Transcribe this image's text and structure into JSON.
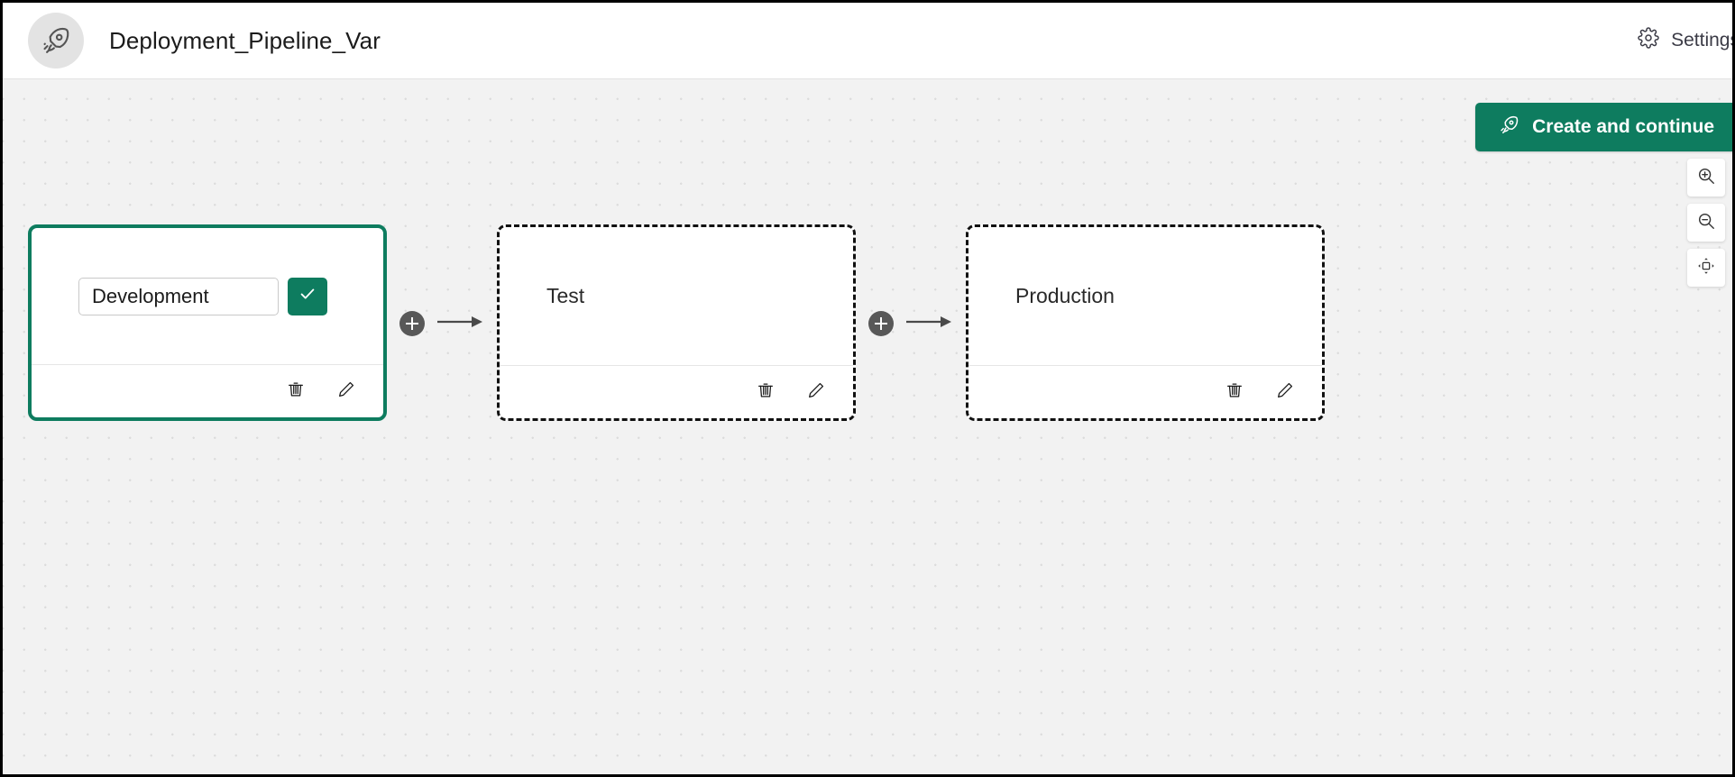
{
  "header": {
    "logo_icon": "rocket-icon",
    "title": "Deployment_Pipeline_Var",
    "settings_label": "Settings",
    "settings_icon": "gear-icon"
  },
  "toolbar": {
    "create_label": "Create and continue",
    "create_icon": "rocket-icon",
    "create_color": "#0e7c5f"
  },
  "zoom_controls": [
    {
      "name": "zoom-in-button",
      "icon": "zoom-in-icon"
    },
    {
      "name": "zoom-out-button",
      "icon": "zoom-out-icon"
    },
    {
      "name": "fit-to-screen-button",
      "icon": "fit-to-screen-icon"
    }
  ],
  "canvas": {
    "background_color": "#f2f2f2",
    "dot_color": "#dcdcdc"
  },
  "flow": {
    "nodes": [
      {
        "id": "development",
        "label": "Development",
        "editing": true,
        "selected": true,
        "border_color": "#0e7c5f",
        "confirm_icon": "check-icon",
        "delete_icon": "trash-icon",
        "edit_icon": "pencil-icon"
      },
      {
        "id": "test",
        "label": "Test",
        "editing": false,
        "selected": false,
        "border_color": "#111111",
        "delete_icon": "trash-icon",
        "edit_icon": "pencil-icon"
      },
      {
        "id": "production",
        "label": "Production",
        "editing": false,
        "selected": false,
        "border_color": "#111111",
        "delete_icon": "trash-icon",
        "edit_icon": "pencil-icon"
      }
    ],
    "connectors": [
      {
        "add_icon": "plus-icon",
        "arrow_icon": "arrow-right-icon"
      },
      {
        "add_icon": "plus-icon",
        "arrow_icon": "arrow-right-icon"
      }
    ]
  }
}
